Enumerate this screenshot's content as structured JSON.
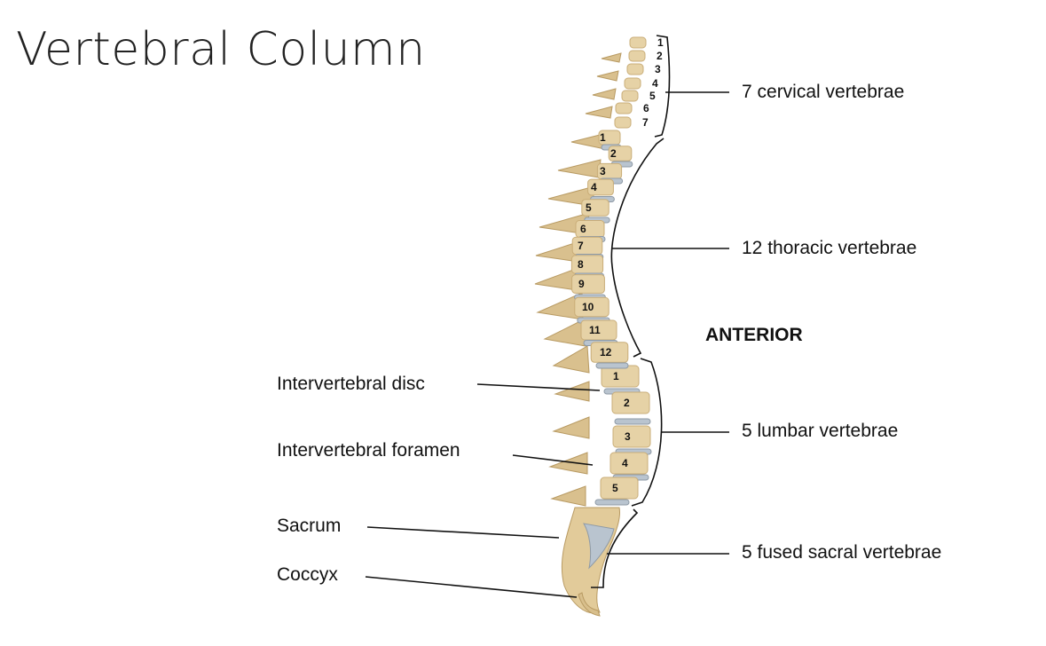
{
  "title": "Vertebral Column",
  "orientation_label": "ANTERIOR",
  "regions": [
    {
      "label": "7 cervical vertebrae",
      "count": 7
    },
    {
      "label": "12 thoracic vertebrae",
      "count": 12
    },
    {
      "label": "5 lumbar vertebrae",
      "count": 5
    },
    {
      "label": "5 fused sacral vertebrae"
    }
  ],
  "left_labels": {
    "disc": "Intervertebral disc",
    "foramen": "Intervertebral foramen",
    "sacrum": "Sacrum",
    "coccyx": "Coccyx"
  },
  "cervical_numbers": [
    "1",
    "2",
    "3",
    "4",
    "5",
    "6",
    "7"
  ],
  "thoracic_numbers": [
    "1",
    "2",
    "3",
    "4",
    "5",
    "6",
    "7",
    "8",
    "9",
    "10",
    "11",
    "12"
  ],
  "lumbar_numbers": [
    "1",
    "2",
    "3",
    "4",
    "5"
  ],
  "colors": {
    "bone": "#e6d2a6",
    "bone_shadow": "#c9ad78",
    "disc": "#b9c4cf",
    "line": "#111111"
  }
}
